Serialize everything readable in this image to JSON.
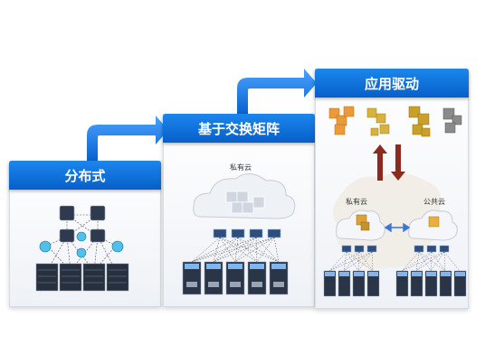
{
  "stages": [
    {
      "title": "分布式"
    },
    {
      "title": "基于交换矩阵",
      "cloud_label": "私有云"
    },
    {
      "title": "应用驱动",
      "private_label": "私有云",
      "public_label": "公共云"
    }
  ],
  "colors": {
    "header": "#0a6fd8",
    "arrow": "#1a7ff0",
    "vm_orange": "#e89a3c",
    "vm_olive": "#b7a72a",
    "vm_gray": "#8a8a8a"
  }
}
